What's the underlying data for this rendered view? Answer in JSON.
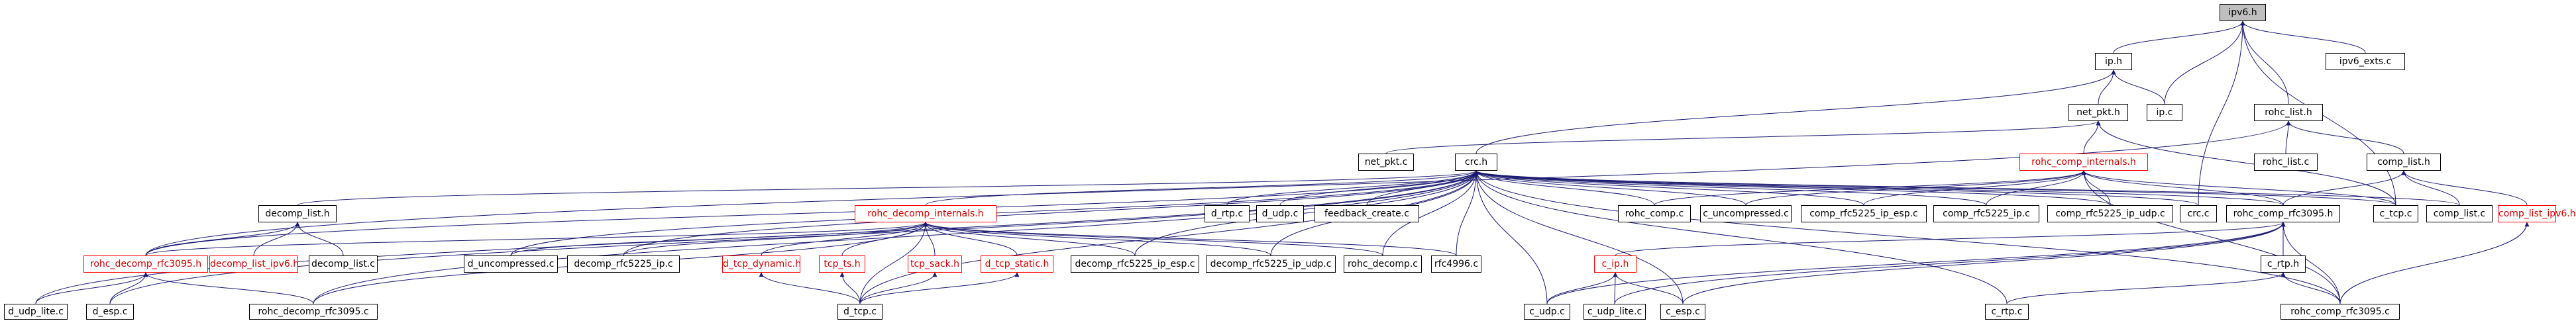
{
  "graph": {
    "edge_color": "#191970",
    "root_fill": "#bfbfbf",
    "incomplete_border": "#ff0000",
    "nodes": {
      "ipv6_h": "ipv6.h",
      "ip_h": "ip.h",
      "ipv6_exts_c": "ipv6_exts.c",
      "net_pkt_h": "net_pkt.h",
      "ip_c": "ip.c",
      "rohc_list_h": "rohc_list.h",
      "net_pkt_c": "net_pkt.c",
      "crc_h": "crc.h",
      "rohc_comp_internals_h": "rohc_comp_internals.h",
      "comp_list_h": "comp_list.h",
      "rohc_list_c": "rohc_list.c",
      "decomp_list_h": "decomp_list.h",
      "rohc_decomp_internals_h": "rohc_decomp_internals.h",
      "d_rtp_c": "d_rtp.c",
      "d_udp_c": "d_udp.c",
      "feedback_create_c": "feedback_create.c",
      "rohc_comp_c": "rohc_comp.c",
      "c_uncompressed_c": "c_uncompressed.c",
      "comp_rfc5225_ip_esp_c": "comp_rfc5225_ip_esp.c",
      "comp_rfc5225_ip_c": "comp_rfc5225_ip.c",
      "comp_rfc5225_ip_udp_c": "comp_rfc5225_ip_udp.c",
      "crc_c": "crc.c",
      "rohc_comp_rfc3095_h": "rohc_comp_rfc3095.h",
      "c_tcp_c": "c_tcp.c",
      "comp_list_c": "comp_list.c",
      "comp_list_ipv6_h": "comp_list_ipv6.h",
      "rohc_decomp_rfc3095_h": "rohc_decomp_rfc3095.h",
      "decomp_list_ipv6_h": "decomp_list_ipv6.h",
      "decomp_list_c": "decomp_list.c",
      "d_uncompressed_c": "d_uncompressed.c",
      "decomp_rfc5225_ip_c": "decomp_rfc5225_ip.c",
      "d_tcp_dynamic_h": "d_tcp_dynamic.h",
      "d_tcp_ts_h": "tcp_ts.h",
      "tcp_sack_h": "tcp_sack.h",
      "d_tcp_static_h": "d_tcp_static.h",
      "decomp_rfc5225_ip_esp_c": "decomp_rfc5225_ip_esp.c",
      "decomp_rfc5225_ip_udp_c": "decomp_rfc5225_ip_udp.c",
      "rohc_decomp_c": "rohc_decomp.c",
      "rfc4996_c": "rfc4996.c",
      "c_ip_h": "c_ip.h",
      "c_rtp_h": "c_rtp.h",
      "d_udp_lite_c": "d_udp_lite.c",
      "d_esp_c": "d_esp.c",
      "rohc_decomp_rfc3095_c": "rohc_decomp_rfc3095.c",
      "d_tcp_c": "d_tcp.c",
      "c_udp_c": "c_udp.c",
      "c_udp_lite_c": "c_udp_lite.c",
      "c_esp_c": "c_esp.c",
      "c_rtp_c": "c_rtp.c",
      "rohc_comp_rfc3095_c": "rohc_comp_rfc3095.c"
    }
  }
}
